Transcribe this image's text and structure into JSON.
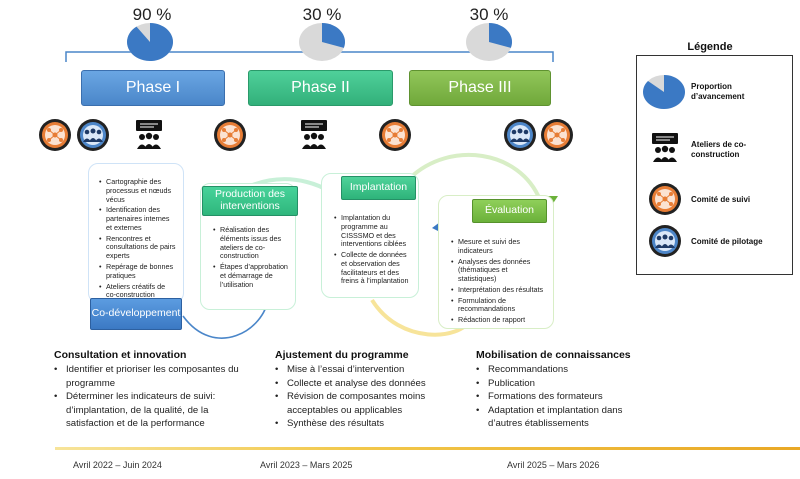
{
  "phases": [
    {
      "label": "Phase I",
      "progress_label": "90 %",
      "progress": 0.9
    },
    {
      "label": "Phase II",
      "progress_label": "30 %",
      "progress": 0.3
    },
    {
      "label": "Phase III",
      "progress_label": "30 %",
      "progress": 0.3
    }
  ],
  "boxes": {
    "codev": {
      "tag": "Co-développement",
      "items": [
        "Cartographie des processus et nœuds vécus",
        "Identification des partenaires internes et externes",
        "Rencontres et consultations de pairs experts",
        "Repérage de bonnes pratiques",
        "Ateliers créatifs de co-construction"
      ]
    },
    "production": {
      "tag": "Production des interventions",
      "items": [
        "Réalisation des éléments issus des ateliers de co-construction",
        "Étapes d’approbation et démarrage de l’utilisation"
      ]
    },
    "implantation": {
      "tag": "Implantation",
      "items": [
        "Implantation du programme au CISSSMO et des interventions ciblées",
        "Collecte de données et observation des facilitateurs et des freins à l’implantation"
      ]
    },
    "evaluation": {
      "tag": "Évaluation",
      "items": [
        "Mesure et suivi des indicateurs",
        "Analyses des données (thématiques et statistiques)",
        "Interprétation des résultats",
        "Formulation de recommandations",
        "Rédaction de rapport"
      ]
    }
  },
  "sections": [
    {
      "title": "Consultation et innovation",
      "items": [
        "Identifier et prioriser les composantes du programme",
        "Déterminer les indicateurs de suivi: d’implantation, de la qualité, de la satisfaction et de la performance"
      ],
      "date": "Avril 2022 – Juin 2024"
    },
    {
      "title": "Ajustement du programme",
      "items": [
        "Mise à l’essai d’intervention",
        "Collecte et analyse des données",
        "Révision de composantes moins acceptables ou applicables",
        "Synthèse des résultats"
      ],
      "date": "Avril 2023 – Mars 2025"
    },
    {
      "title": "Mobilisation de connaissances",
      "items": [
        "Recommandations",
        "Publication",
        "Formations des formateurs",
        "Adaptation et implantation dans d’autres établissements"
      ],
      "date": "Avril 2025 – Mars 2026"
    }
  ],
  "legend": {
    "title": "Légende",
    "items": [
      {
        "icon": "progress-pie-icon",
        "label": "Proportion d’avancement"
      },
      {
        "icon": "workshop-icon",
        "label": "Ateliers de co-construction"
      },
      {
        "icon": "follow-up-committee-icon",
        "label": "Comité de suivi"
      },
      {
        "icon": "steering-committee-icon",
        "label": "Comité de pilotage"
      }
    ]
  },
  "colors": {
    "phase1": "#4a86c9",
    "phase2": "#32b07a",
    "phase3": "#70a83a",
    "pie_fill": "#3b79c4",
    "pie_empty": "#d9d9d9",
    "suivi": "#e77d36",
    "pilotage": "#4d86c8"
  }
}
